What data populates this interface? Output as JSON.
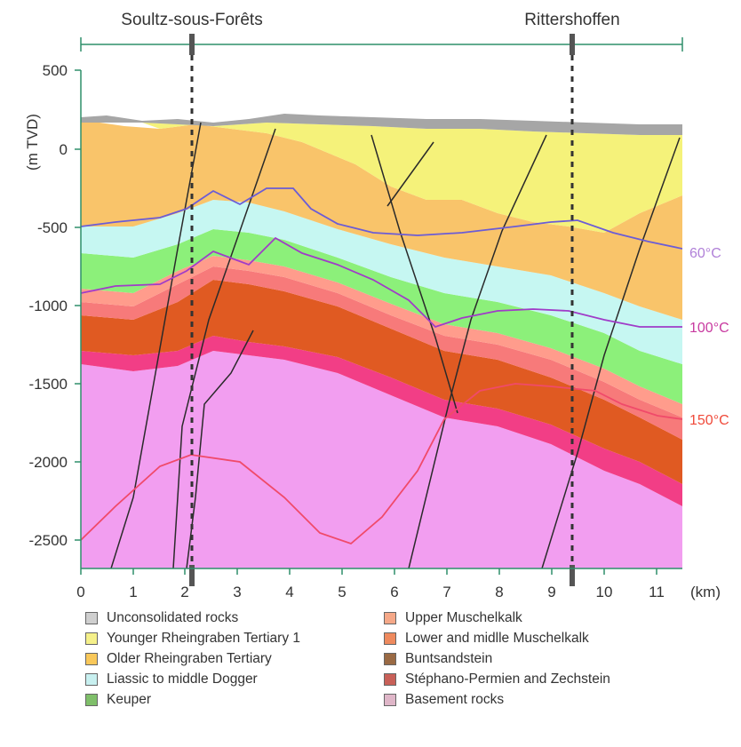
{
  "wells": {
    "soultz": "Soultz-sous-Forêts",
    "ritter": "Rittershoffen"
  },
  "axes": {
    "y_unit_label": "(m TVD)",
    "x_unit_label": "(km)",
    "y_ticks": [
      "500",
      "0",
      "-500",
      "-1000",
      "-1500",
      "-2000",
      "-2500"
    ],
    "x_ticks": [
      "0",
      "1",
      "2",
      "3",
      "4",
      "5",
      "6",
      "7",
      "8",
      "9",
      "10",
      "11"
    ]
  },
  "isotherms": {
    "t60": "60°C",
    "t100": "100°C",
    "t150": "150°C"
  },
  "colors": {
    "unconsolidated": "#a6a6a6",
    "younger_tertiary": "#f5f27a",
    "older_tertiary": "#f9c46a",
    "liassic": "#c6f7f2",
    "keuper": "#8cf07a",
    "upper_muschelkalk": "#ff9c8c",
    "lower_muschelkalk": "#f77a7a",
    "buntsandstein": "#e05a22",
    "permien": "#f23e86",
    "basement": "#f29ef0",
    "iso60": "#6b5cd6",
    "iso100": "#a03cc8",
    "iso150": "#f04a6a"
  },
  "legend": {
    "left": [
      {
        "label": "Unconsolidated rocks",
        "color": "#cfcfcf"
      },
      {
        "label": "Younger Rheingraben Tertiary 1",
        "color": "#f5f08a"
      },
      {
        "label": "Older Rheingraben Tertiary",
        "color": "#f9c85a"
      },
      {
        "label": "Liassic to middle Dogger",
        "color": "#c8f0f0"
      },
      {
        "label": "Keuper",
        "color": "#7fbf6a"
      }
    ],
    "right": [
      {
        "label": "Upper Muschelkalk",
        "color": "#f5a888"
      },
      {
        "label": "Lower and midlle Muschelkalk",
        "color": "#ee8a5e"
      },
      {
        "label": "Buntsandstein",
        "color": "#9a6a44"
      },
      {
        "label": "Stéphano-Permien and Zechstein",
        "color": "#c86058"
      },
      {
        "label": "Basement rocks",
        "color": "#dfb6c8"
      }
    ]
  }
}
